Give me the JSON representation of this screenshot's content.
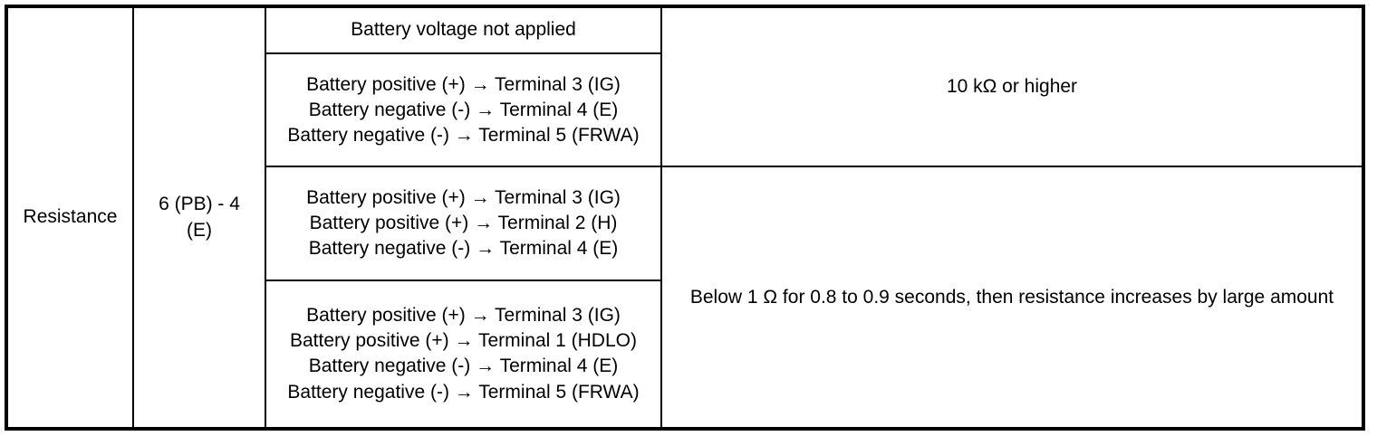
{
  "table": {
    "caption_present": false,
    "columns": [
      {
        "key": "measurement",
        "header": ""
      },
      {
        "key": "terminals",
        "header": ""
      },
      {
        "key": "condition",
        "header": ""
      },
      {
        "key": "specification",
        "header": ""
      }
    ],
    "measurement": "Resistance",
    "terminals_line1": "6 (PB) - 4",
    "terminals_line2": "(E)",
    "conditions": {
      "row1_title": "Battery voltage not applied",
      "row2_lines": [
        "Battery positive (+) → Terminal 3 (IG)",
        "Battery negative (-) → Terminal 4 (E)",
        "Battery negative (-) → Terminal 5 (FRWA)"
      ],
      "row3_lines": [
        "Battery positive (+) → Terminal 3 (IG)",
        "Battery positive (+) → Terminal 2 (H)",
        "Battery negative (-) → Terminal 4 (E)"
      ],
      "row4_lines": [
        "Battery positive (+) → Terminal 3 (IG)",
        "Battery positive (+) → Terminal 1 (HDLO)",
        "Battery negative (-) → Terminal 4 (E)",
        "Battery negative (-) → Terminal 5 (FRWA)"
      ]
    },
    "specifications": {
      "upper": "10 kΩ or higher",
      "lower": "Below 1 Ω for 0.8 to 0.9 seconds, then resistance increases by large amount"
    }
  },
  "colors": {
    "border": "#000000",
    "text": "#000000",
    "background": "#ffffff"
  }
}
